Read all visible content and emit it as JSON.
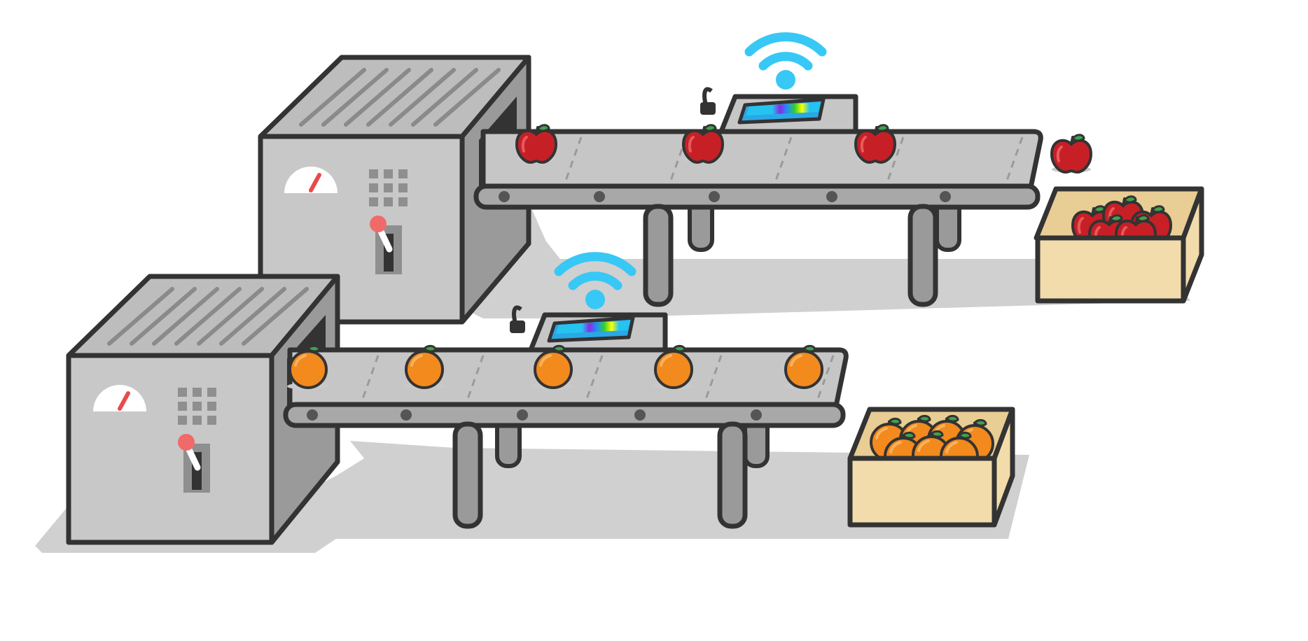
{
  "scene": {
    "lines": [
      {
        "fruit": "apple",
        "machine": "machine",
        "conveyor": "conveyor-belt",
        "scanner": "scanner-device",
        "signal": "wifi-icon",
        "crate": "crate-of-apples"
      },
      {
        "fruit": "orange",
        "machine": "machine",
        "conveyor": "conveyor-belt",
        "scanner": "scanner-device",
        "signal": "wifi-icon",
        "crate": "crate-of-oranges"
      }
    ]
  },
  "colors": {
    "outline": "#333333",
    "machine": "#c8c8c8",
    "machine_dark": "#9a9a9a",
    "belt": "#c6c6c6",
    "shadow": "#d0d0d0",
    "apple": "#c62026",
    "orange": "#f28a1e",
    "leaf": "#3fa34d",
    "wifi": "#38c8f5",
    "crate": "#f3dcab",
    "knob": "#f06a6a",
    "screen": "#2aa8e6"
  },
  "icons": [
    "wifi-icon",
    "gauge-icon",
    "keypad-icon",
    "lever-icon",
    "apple-icon",
    "orange-icon"
  ]
}
